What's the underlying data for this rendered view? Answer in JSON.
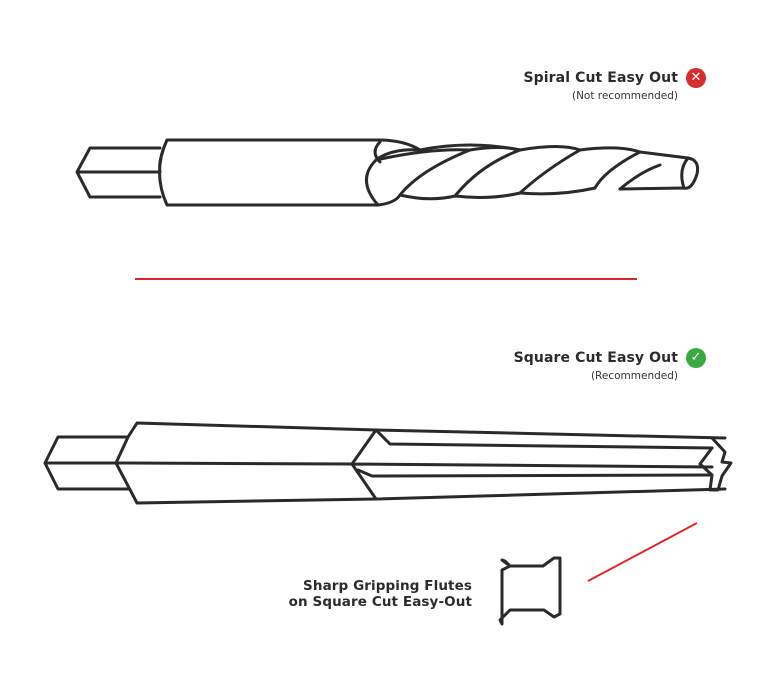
{
  "spiral": {
    "title": "Spiral Cut Easy Out",
    "subtitle": "(Not recommended)",
    "status_icon": "x-circle-icon",
    "status_glyph": "✕",
    "status_color": "#d32f2f"
  },
  "square": {
    "title": "Square Cut Easy Out",
    "subtitle": "(Recommended)",
    "status_icon": "check-circle-icon",
    "status_glyph": "✓",
    "status_color": "#3aa845"
  },
  "callout": {
    "line1": "Sharp Gripping Flutes",
    "line2": "on Square Cut Easy-Out"
  },
  "colors": {
    "line": "#2a2a2a",
    "divider": "#d12b2b",
    "background": "#ffffff"
  }
}
